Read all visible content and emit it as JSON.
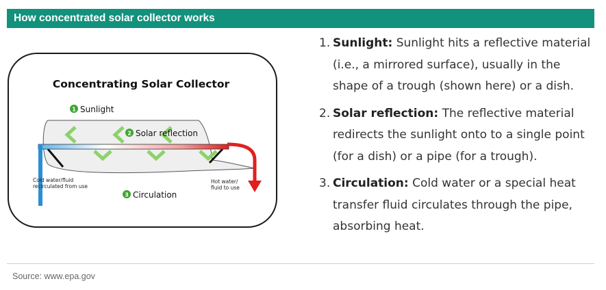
{
  "header": {
    "title": "How concentrated solar collector works"
  },
  "diagram": {
    "title": "Concentrating Solar Collector",
    "labels": {
      "sunlight_num": "1",
      "sunlight": "Sunlight",
      "reflection_num": "2",
      "reflection": "Solar reflection",
      "circulation_num": "3",
      "circulation": "Circulation",
      "cold_line1": "Cold water/fluid",
      "cold_line2": "recirculated from use",
      "hot_line1": "Hot water/",
      "hot_line2": "fluid to use"
    },
    "colors": {
      "badge": "#3fa535",
      "arrow": "#6cc04a",
      "cold_pipe": "#2a8fd6",
      "hot_pipe": "#e02020"
    }
  },
  "steps": [
    {
      "num": "1.",
      "term": "Sunlight:",
      "text": " Sunlight hits a reflective material (i.e., a mirrored surface), usually in the shape of a trough (shown here) or a dish."
    },
    {
      "num": "2.",
      "term": "Solar reflection:",
      "text": " The reflective material redirects the sunlight onto to a single point (for a dish) or a pipe (for a trough)."
    },
    {
      "num": "3.",
      "term": "Circulation:",
      "text": " Cold water or a special heat transfer fluid circulates through the pipe, absorbing heat."
    }
  ],
  "source": "Source: www.epa.gov"
}
